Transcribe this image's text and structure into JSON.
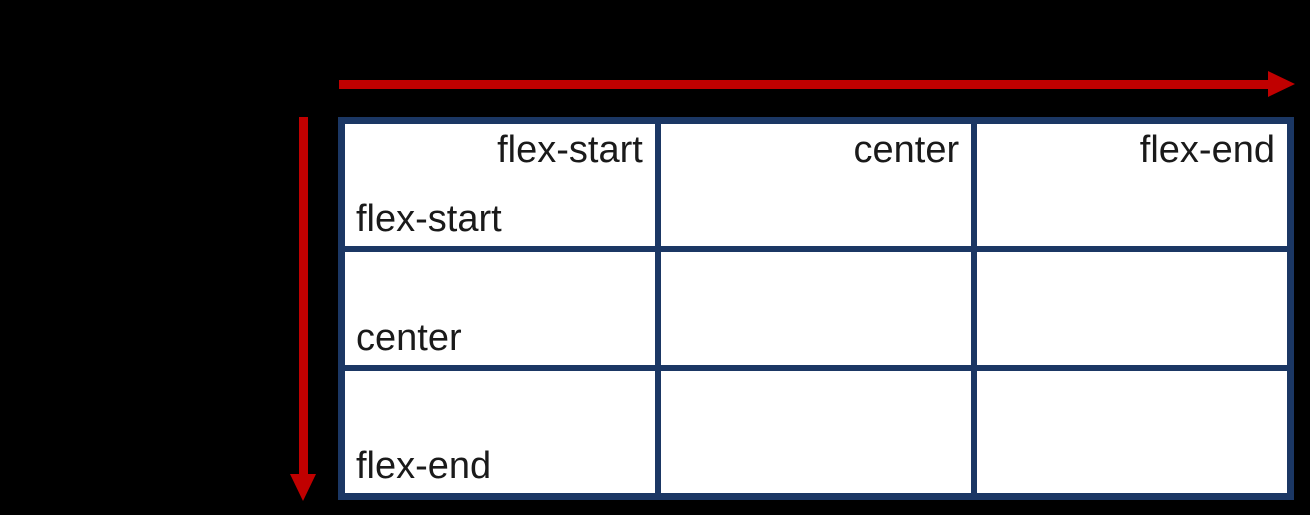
{
  "diagram": {
    "kind": "flexbox-alignment-grid"
  },
  "colors": {
    "background": "#000000",
    "arrow_red": "#C00000",
    "table_border_navy": "#1B3764",
    "cell_background": "#FFFFFF",
    "text": "#1A1A1A"
  },
  "arrows": {
    "horizontal_direction": "right",
    "vertical_direction": "down"
  },
  "table": {
    "rows": 3,
    "cols": 3,
    "column_headers": [
      "flex-start",
      "center",
      "flex-end"
    ],
    "row_labels": [
      "flex-start",
      "center",
      "flex-end"
    ]
  }
}
